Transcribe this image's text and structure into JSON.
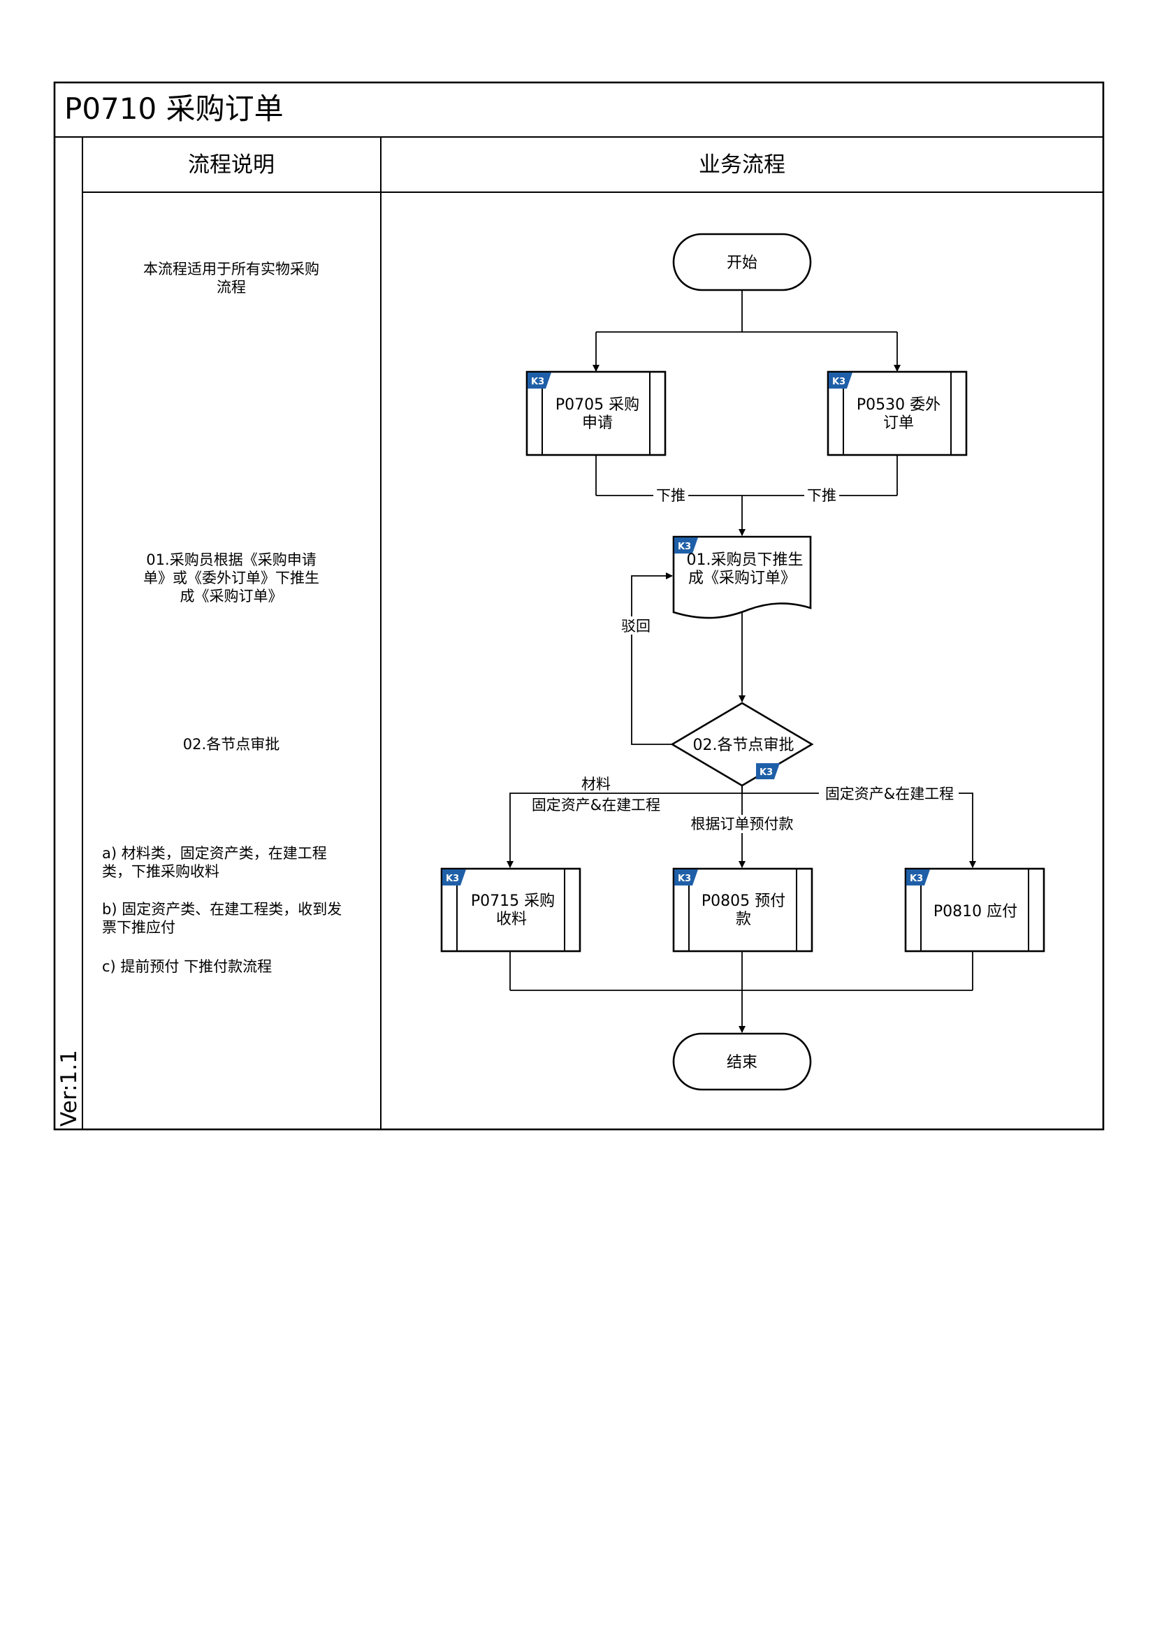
{
  "title": "P0710 采购订单",
  "version": "Ver:1.1",
  "columns": {
    "description": "流程说明",
    "process": "业务流程"
  },
  "descriptions": {
    "intro": [
      "本流程适用于所有实物采购",
      "流程"
    ],
    "step01": [
      "01.采购员根据《采购申请",
      "单》或《委外订单》下推生",
      "成《采购订单》"
    ],
    "step02": [
      "02.各节点审批"
    ],
    "note_a": [
      "a) 材料类，固定资产类，在建工程",
      "类，下推采购收料"
    ],
    "note_b": [
      "b) 固定资产类、在建工程类，收到发",
      "票下推应付"
    ],
    "note_c": [
      "c) 提前预付 下推付款流程"
    ]
  },
  "badge_text": "K3",
  "nodes": {
    "start": "开始",
    "p0705": [
      "P0705 采购",
      "申请"
    ],
    "p0530": [
      "P0530 委外",
      "订单"
    ],
    "step01": [
      "01.采购员下推生",
      "成《采购订单》"
    ],
    "step02": "02.各节点审批",
    "p0715": [
      "P0715 采购",
      "收料"
    ],
    "p0805": [
      "P0805 预付",
      "款"
    ],
    "p0810": "P0810 应付",
    "end": "结束"
  },
  "edge_labels": {
    "push_left": "下推",
    "push_right": "下推",
    "reject": "驳回",
    "materials": [
      "材料",
      "固定资产&在建工程"
    ],
    "prepay": "根据订单预付款",
    "payable": "固定资产&在建工程"
  },
  "colors": {
    "badge": "#1f5fa8",
    "line": "#000000",
    "background": "#ffffff"
  }
}
